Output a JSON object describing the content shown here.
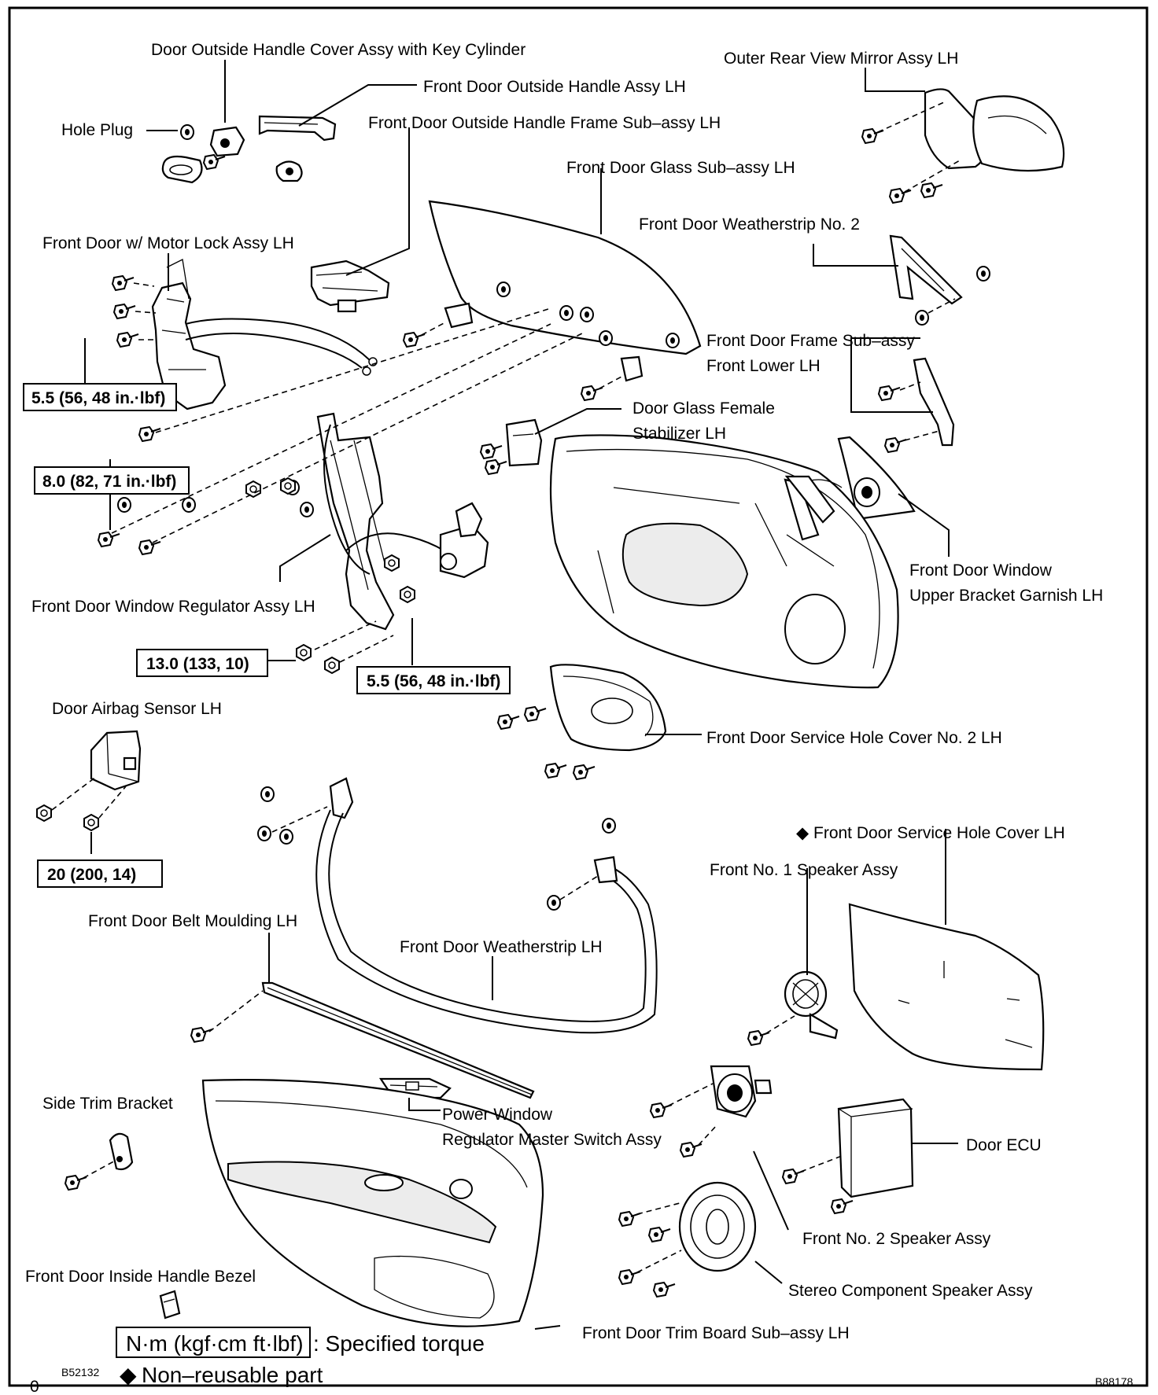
{
  "labels": {
    "door_outside_handle_cover": "Door Outside Handle Cover Assy with Key Cylinder",
    "front_door_outside_handle": "Front Door Outside Handle Assy LH",
    "hole_plug": "Hole Plug",
    "outside_handle_frame": "Front Door Outside Handle Frame Sub–assy LH",
    "outer_rear_view_mirror": "Outer Rear View Mirror Assy LH",
    "front_door_glass": "Front Door Glass Sub–assy LH",
    "weatherstrip_no2": "Front Door Weatherstrip No. 2",
    "motor_lock": "Front Door w/ Motor Lock Assy LH",
    "door_frame_line1": "Front Door Frame Sub–assy",
    "door_frame_line2": "Front Lower LH",
    "glass_stabilizer_line1": "Door Glass Female",
    "glass_stabilizer_line2": "Stabilizer LH",
    "window_upper_bracket_line1": "Front Door Window",
    "window_upper_bracket_line2": "Upper Bracket Garnish LH",
    "window_regulator": "Front Door Window Regulator Assy LH",
    "door_airbag_sensor": "Door Airbag Sensor LH",
    "service_hole_cover_no2": "Front Door Service Hole Cover No. 2 LH",
    "service_hole_cover": "Front Door Service Hole Cover LH",
    "speaker_no1": "Front No. 1 Speaker Assy",
    "belt_moulding": "Front Door Belt Moulding LH",
    "weatherstrip": "Front Door Weatherstrip LH",
    "side_trim_bracket": "Side Trim Bracket",
    "pw_switch_line1": "Power Window",
    "pw_switch_line2": "Regulator Master Switch Assy",
    "door_ecu": "Door ECU",
    "speaker_no2": "Front No. 2 Speaker Assy",
    "inside_handle_bezel": "Front Door Inside Handle Bezel",
    "stereo_speaker": "Stereo Component Speaker Assy",
    "trim_board": "Front Door Trim Board Sub–assy LH"
  },
  "torques": {
    "motor_lock": "5.5 (56, 48 in.·lbf)",
    "glass_bolts": "8.0 (82, 71 in.·lbf)",
    "regulator_bolts": "13.0 (133, 10)",
    "regulator_motor": "5.5 (56, 48 in.·lbf)",
    "airbag_sensor": "20  (200, 14)"
  },
  "legend": {
    "torque_units": "N·m (kgf·cm ft·lbf)",
    "torque_text": ": Specified torque",
    "non_reusable_symbol": "◆",
    "non_reusable_text": "Non–reusable part"
  },
  "codes": {
    "figure_code": "B52132",
    "figure_code_right": "B88178",
    "page_marker": "0"
  }
}
